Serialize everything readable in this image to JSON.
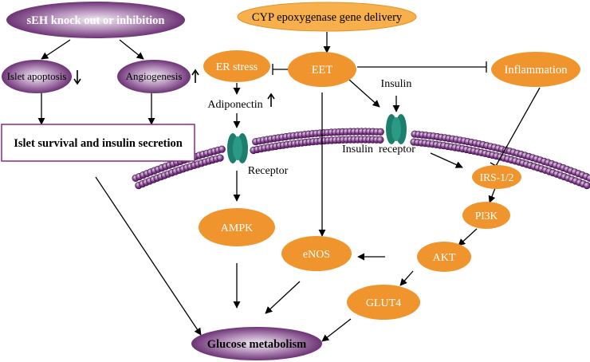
{
  "nodes": {
    "seh": "sEH knock out or inhibition",
    "cyp": "CYP epoxygenase gene delivery",
    "islet_apoptosis": "Islet apoptosis",
    "angiogenesis": "Angiogenesis",
    "er_stress": "ER stress",
    "eet": "EET",
    "inflammation": "Inflammation",
    "insulin": "Insulin",
    "adiponectin": "Adiponectin",
    "islet_survival": "Islet survival and insulin secretion",
    "insulin_receptor": "Insulin  receptor",
    "receptor": "Receptor",
    "irs": "IRS-1/2",
    "pi3k": "PI3K",
    "ampk": "AMPK",
    "enos": "eNOS",
    "akt": "AKT",
    "glut4": "GLUT4",
    "glucose": "Glucose metabolism"
  },
  "colors": {
    "orange": "#f0952e",
    "light_orange": "#f7b04b",
    "purple": "#6a2a73",
    "purple_light": "#b58fbb",
    "receptor_teal": "#1d7e6e",
    "membrane": "#6b2c74"
  }
}
